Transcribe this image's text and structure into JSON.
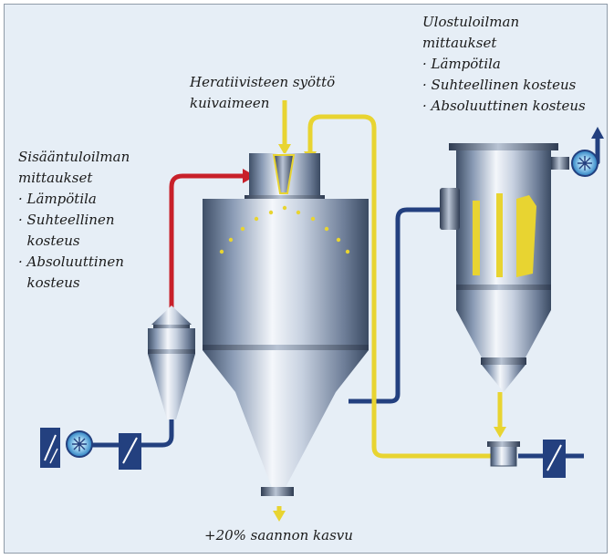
{
  "feed_label": {
    "line1": "Heratiivisteen syöttö",
    "line2": "kuivaimeen"
  },
  "inlet_label": {
    "title1": "Sisääntuloilman",
    "title2": "mittaukset",
    "items": [
      "· Lämpötila",
      "· Suhteellinen",
      "  kosteus",
      "· Absoluuttinen",
      "  kosteus"
    ]
  },
  "outlet_label": {
    "title1": "Ulostuloilman",
    "title2": "mittaukset",
    "items": [
      "· Lämpötila",
      "· Suhteellinen kosteus",
      "· Absoluuttinen kosteus"
    ]
  },
  "yield_label": "+20% saannon kasvu",
  "colors": {
    "hot_air_line": "#c8202a",
    "air_line": "#23407f",
    "product_line": "#e8d431",
    "background": "#e6eef6",
    "steel_dark": "#3f4f67",
    "steel_light": "#f4f7fb"
  }
}
